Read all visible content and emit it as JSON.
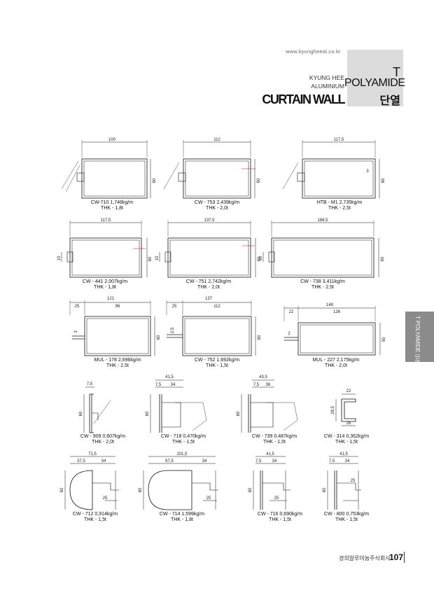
{
  "header": {
    "url": "www.kyungheeal.co.kr",
    "brand_line1": "KYUNG HEE",
    "brand_line2": "ALUMINIUM",
    "title": "CURTAIN WALL",
    "tab_t": "T",
    "tab_polyamide": "POLYAMIDE",
    "tab_korean": "단열"
  },
  "side_tab": {
    "label": "T POLYAMIDE 단열"
  },
  "profiles": [
    {
      "id": "cw710",
      "name": "CW-710 1,746kg/m",
      "thk": "THK - 1,8t",
      "width": "100",
      "height": "60"
    },
    {
      "id": "cw753",
      "name": "CW - 753 2,439kg/m",
      "thk": "THK - 2,0t",
      "width": "112",
      "height": "60"
    },
    {
      "id": "htbm1",
      "name": "HTB - M1 2,735kg/m",
      "thk": "THK - 2,5t",
      "width": "117,5",
      "height": "60",
      "extra": "3"
    },
    {
      "id": "cw441",
      "name": "CW - 441 2,007kg/m",
      "thk": "THK - 1,8t",
      "width": "117,5",
      "height": "60",
      "side": "10"
    },
    {
      "id": "cw751",
      "name": "CW - 751 2,742kg/m",
      "thk": "THK - 2,0t",
      "width": "137,5",
      "height": "60",
      "side": "10"
    },
    {
      "id": "cw738",
      "name": "CW - 738 3,411kg/m",
      "thk": "THK - 2,5t",
      "width": "168,5",
      "height": "60",
      "side": "10"
    },
    {
      "id": "mul178",
      "name": "MUL - 178 2,696kg/m",
      "thk": "THK - 2,5t",
      "width": "121",
      "sub1": "25",
      "sub2": "96",
      "height": "60",
      "side": "3"
    },
    {
      "id": "cw752",
      "name": "CW - 752 1,692kg/m",
      "thk": "THK - 1,5t",
      "width": "137",
      "sub1": "25",
      "sub2": "112",
      "height": "60",
      "side": "2,5"
    },
    {
      "id": "mul227",
      "name": "MUL - 227 2,175kg/m",
      "thk": "THK - 2,0t",
      "width": "148",
      "sub1": "22",
      "sub2": "126",
      "height": "50",
      "side": "2"
    },
    {
      "id": "cw909",
      "name": "CW - 909 0,607kg/m",
      "thk": "THK - 2,0t",
      "width": "7,5",
      "height": "60"
    },
    {
      "id": "cw718",
      "name": "CW - 718 0,470kg/m",
      "thk": "THK - 1,5t",
      "width": "41,5",
      "sub1": "7,5",
      "sub2": "34",
      "height": "60"
    },
    {
      "id": "cw739",
      "name": "CW - 739 0,487kg/m",
      "thk": "THK - 1,5t",
      "width": "43,5",
      "sub1": "7,5",
      "sub2": "36",
      "height": "60"
    },
    {
      "id": "cw314",
      "name": "CW - 314 0,362kg/m",
      "thk": "THK - 1,5t",
      "width": "22",
      "height": "28,5",
      "bottom": "26"
    },
    {
      "id": "cw712",
      "name": "CW - 712 0,914kg/m",
      "thk": "THK - 1,5t",
      "width": "71,5",
      "sub1": "37,5",
      "sub2": "34",
      "height": "60",
      "inner": "25"
    },
    {
      "id": "cw714",
      "name": "CW - 714 1,599kg/m",
      "thk": "THK - 1,8t",
      "width": "101,5",
      "sub1": "67,5",
      "sub2": "34",
      "height": "60",
      "inner": "25"
    },
    {
      "id": "cw716",
      "name": "CW - 716 0,690kg/m",
      "thk": "THK - 1,5t",
      "width": "41,5",
      "sub1": "7,5",
      "sub2": "34",
      "height": "60",
      "inner": "25"
    },
    {
      "id": "cw800",
      "name": "CW - 800 0,753kg/m",
      "thk": "THK - 1,5t",
      "width": "41,5",
      "sub1": "7,5",
      "sub2": "34",
      "height": "60",
      "inner": "25"
    }
  ],
  "footer": {
    "text": "경희알루미늄주식회사",
    "page": "107"
  }
}
